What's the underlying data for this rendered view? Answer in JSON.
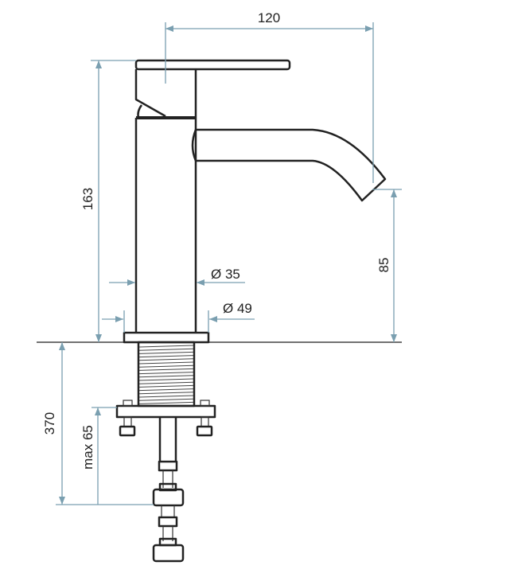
{
  "title": "Faucet dimension drawing",
  "dimensions": {
    "spout_reach": "120",
    "total_height": "163",
    "spout_height": "85",
    "body_diameter": "Ø 35",
    "base_diameter": "Ø 49",
    "hose_length": "370",
    "max_counter_thickness": "max 65"
  },
  "colors": {
    "dimension_line": "#7a9fb0",
    "outline": "#222222"
  }
}
